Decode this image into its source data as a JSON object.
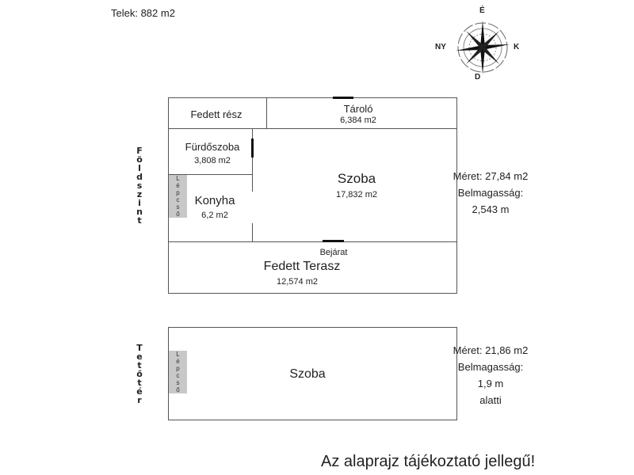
{
  "plot_label": "Telek: 882 m2",
  "compass": {
    "north": "É",
    "east": "K",
    "south": "D",
    "west": "NY",
    "color": "#c0283c"
  },
  "ground_floor": {
    "label": "Földszint",
    "rooms": {
      "fedett_resz": {
        "name": "Fedett rész"
      },
      "tarolo": {
        "name": "Tároló",
        "area": "6,384 m2"
      },
      "furdoszoba": {
        "name": "Fürdőszoba",
        "area": "3,808 m2"
      },
      "konyha": {
        "name": "Konyha",
        "area": "6,2 m2"
      },
      "szoba": {
        "name": "Szoba",
        "area": "17,832 m2"
      },
      "terasz": {
        "name": "Fedett Terasz",
        "area": "12,574 m2"
      }
    },
    "stairs": "Lépcső",
    "entrance": "Bejárat",
    "info": [
      "Méret: 27,84 m2",
      "Belmagasság:",
      "2,543 m"
    ]
  },
  "attic": {
    "label": "Tetőtér",
    "room": "Szoba",
    "stairs": "Lépcső",
    "info": [
      "Méret: 21,86 m2",
      "Belmagasság:",
      "1,9 m",
      "alatti"
    ]
  },
  "disclaimer": "Az alaprajz tájékoztató jellegű!"
}
